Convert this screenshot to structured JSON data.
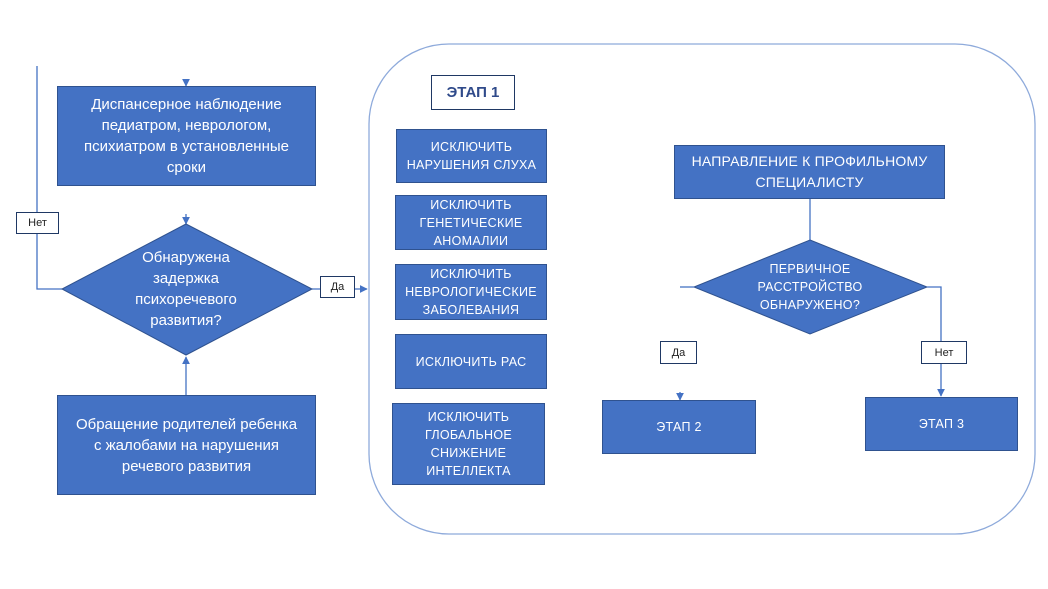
{
  "left": {
    "dispensary_box": "Диспансерное наблюдение\nпедиатром, неврологом,\nпсихиатром в установленные\nсроки",
    "question_diamond": "Обнаружена\nзадержка\nпсихоречевого\nразвития?",
    "appeal_box": "Обращение родителей ребенка\nс жалобами на нарушения\nречевого развития",
    "no_label": "Нет",
    "yes_label": "Да"
  },
  "stage1": {
    "title": "ЭТАП 1",
    "exclude_items": [
      "ИСКЛЮЧИТЬ\nНАРУШЕНИЯ СЛУХА",
      "ИСКЛЮЧИТЬ\nГЕНЕТИЧЕСКИЕ\nАНОМАЛИИ",
      "ИСКЛЮЧИТЬ\nНЕВРОЛОГИЧЕСКИЕ\nЗАБОЛЕВАНИЯ",
      "ИСКЛЮЧИТЬ РАС",
      "ИСКЛЮЧИТЬ\nГЛОБАЛЬНОЕ\nСНИЖЕНИЕ\nИНТЕЛЛЕКТА"
    ],
    "referral_box": "НАПРАВЛЕНИЕ К ПРОФИЛЬНОМУ\nСПЕЦИАЛИСТУ",
    "question_diamond": "ПЕРВИЧНОЕ\nРАССТРОЙСТВО\nОБНАРУЖЕНО?",
    "yes_label": "Да",
    "no_label": "Нет",
    "stage2": "ЭТАП 2",
    "stage3": "ЭТАП 3"
  },
  "colors": {
    "box_fill": "#4472c4",
    "box_border": "#2f528f",
    "line": "#4472c4"
  }
}
